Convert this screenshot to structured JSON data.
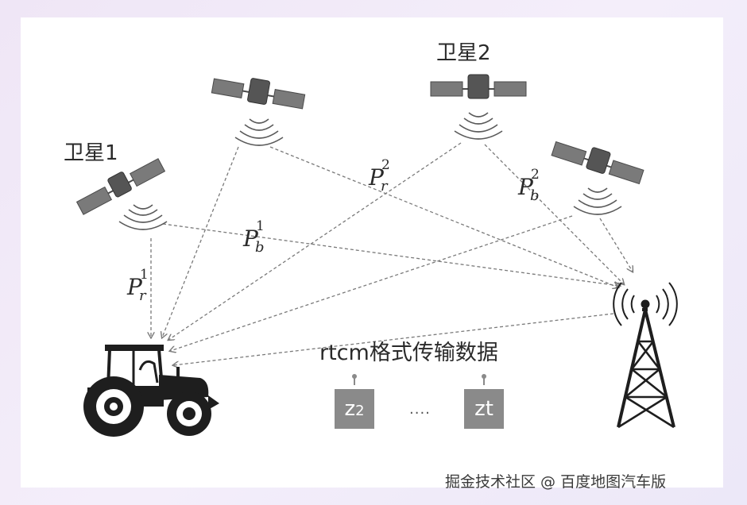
{
  "labels": {
    "sat1": "卫星1",
    "sat2": "卫星2",
    "rtcm": "rtcm格式传输数据",
    "ellipsis": "....",
    "watermark": "掘金技术社区 @ 百度地图汽车版"
  },
  "p_labels": [
    {
      "base": "P",
      "sup": "1",
      "sub": "r"
    },
    {
      "base": "P",
      "sup": "1",
      "sub": "b"
    },
    {
      "base": "P",
      "sup": "2",
      "sub": "r"
    },
    {
      "base": "P",
      "sup": "2",
      "sub": "b"
    }
  ],
  "data_boxes": [
    {
      "main": "z",
      "sub": "2"
    },
    {
      "main": "zt",
      "sub": ""
    }
  ],
  "colors": {
    "line": "#7a7a7a",
    "box": "#8a8a8a",
    "text": "#2a2a2a"
  }
}
